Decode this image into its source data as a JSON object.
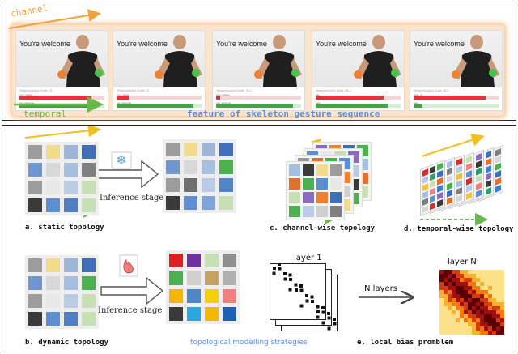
{
  "top": {
    "channel_label": "channel",
    "temporal_label": "temporal",
    "title": "feature of skeleton gesture sequence",
    "frame_caption": "You're welcome",
    "frames": [
      {
        "meta": "Temporal Action Scale: 78",
        "tag1": "your_thanks",
        "tag2": "you_welcome",
        "p1": 0.85,
        "p2": 0.9
      },
      {
        "meta": "Temporal Action Scale: 72",
        "tag1": "your_thanks",
        "tag2": "you_welcome",
        "p1": 0.15,
        "p2": 0.9
      },
      {
        "meta": "Temporal Action Scale: 79.1",
        "tag1": "your_thanks",
        "tag2": "you_welcome",
        "p1": 0.05,
        "p2": 0.9
      },
      {
        "meta": "Temporal Action Scale: 88.3",
        "tag1": "ask",
        "tag2": "care",
        "p1": 0.8,
        "p2": 0.85
      },
      {
        "meta": "Temporal Action Scale: 83.9",
        "tag1": "what_up",
        "tag2": "care",
        "p1": 0.85,
        "p2": 0.1
      }
    ]
  },
  "bottom": {
    "static_label": "a. static topology",
    "dynamic_label": "b. dynamic topology",
    "channel_label": "c. channel-wise topology",
    "temporal_label": "d. temporal-wise topology",
    "bias_label": "e. local bias promblem",
    "inference_a": "Inference stage",
    "inference_b": "Inference stage",
    "strategies_label": "topological modelling strategies",
    "layer1": "layer 1",
    "layerN": "layer N",
    "nlayers": "N layers"
  },
  "colors": {
    "static_before": [
      "#9c9c9c",
      "#f3db8c",
      "#9fb5d8",
      "#3f6fb8",
      "#6f96cf",
      "#d8d8d8",
      "#a6bfe0",
      "#7f7f7f",
      "#9c9c9c",
      "#e8e8e8",
      "#b9cbe6",
      "#c6e0b4",
      "#3a3a3a",
      "#5b8fd0",
      "#4f7fc0",
      "#c6e0b4"
    ],
    "static_after": [
      "#9c9c9c",
      "#f3db8c",
      "#9fb5d8",
      "#3f6fb8",
      "#6f96cf",
      "#d8d8d8",
      "#a6bfe0",
      "#4caf50",
      "#9c9c9c",
      "#6f6f6f",
      "#b9cbe6",
      "#4f86c6",
      "#3a3a3a",
      "#5b8fd0",
      "#7fa4d8",
      "#c6e0b4"
    ],
    "dynamic_before": [
      "#9c9c9c",
      "#f3db8c",
      "#9fb5d8",
      "#3f6fb8",
      "#6f96cf",
      "#d8d8d8",
      "#a6bfe0",
      "#4caf50",
      "#9c9c9c",
      "#e8e8e8",
      "#b9cbe6",
      "#c6e0b4",
      "#3a3a3a",
      "#5b8fd0",
      "#4f7fc0",
      "#c6e0b4"
    ],
    "dynamic_after": [
      "#e02020",
      "#7030a0",
      "#c6e0b4",
      "#8f8f8f",
      "#4caf50",
      "#d0d0d0",
      "#c8a060",
      "#b0b0b0",
      "#f5b800",
      "#4f86c6",
      "#f5d000",
      "#f08080",
      "#3a3a3a",
      "#2aa7df",
      "#f5b800",
      "#2060b0"
    ],
    "channel_layer": [
      "#a6bfe0",
      "#3a3a3a",
      "#f3db8c",
      "#9c9c9c",
      "#e07030",
      "#4caf50",
      "#5b8fd0",
      "#e8e8e8",
      "#c6e0b4",
      "#8a6bbf",
      "#f08030",
      "#3f6fb8",
      "#4caf50",
      "#b9cbe6",
      "#d0d0d0",
      "#7f7f7f"
    ],
    "temporal_layer": [
      "#d03030",
      "#3a7fd0",
      "#f3c040",
      "#3a3a3a",
      "#7f7f7f",
      "#c6e0b4",
      "#4caf50",
      "#5b8fd0",
      "#e07030",
      "#b9cbe6",
      "#8a6bbf",
      "#a6bfe0",
      "#2f9f6f",
      "#d8d8d8",
      "#f08080",
      "#3f6fb8"
    ]
  }
}
